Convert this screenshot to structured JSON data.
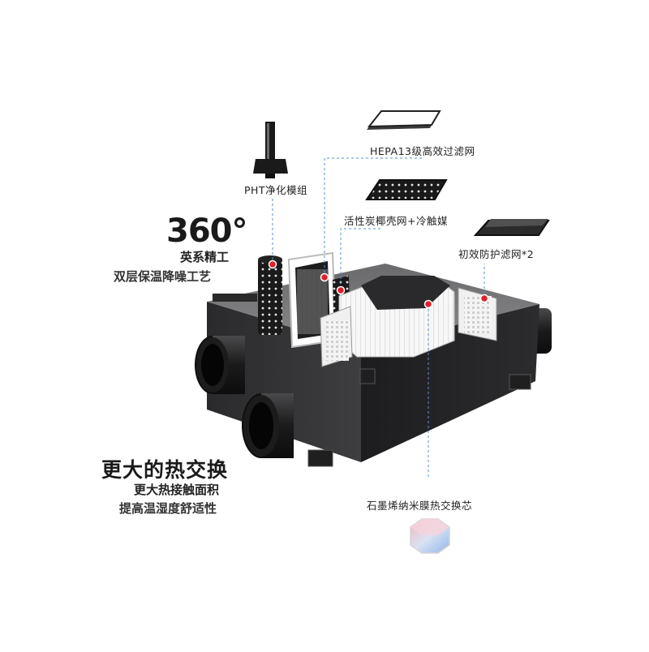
{
  "labels": {
    "hepa": "HEPA13级高效过滤网",
    "pht": "PHT净化模组",
    "carbon": "活性炭椰壳网+冷触媒",
    "primary": "初效防护滤网*2",
    "core": "石墨烯纳米膜热交换芯"
  },
  "headline_left": {
    "degree": "360°",
    "line1": "英系精工",
    "line2": "双层保温降噪工艺"
  },
  "headline_bottom": {
    "title": "更大的热交换",
    "line1": "更大热接触面积",
    "line2": "提高温湿度舒适性"
  },
  "colors": {
    "body": "#2f2f31",
    "accent": "#e0202a",
    "leader": "#5a8fd6"
  }
}
